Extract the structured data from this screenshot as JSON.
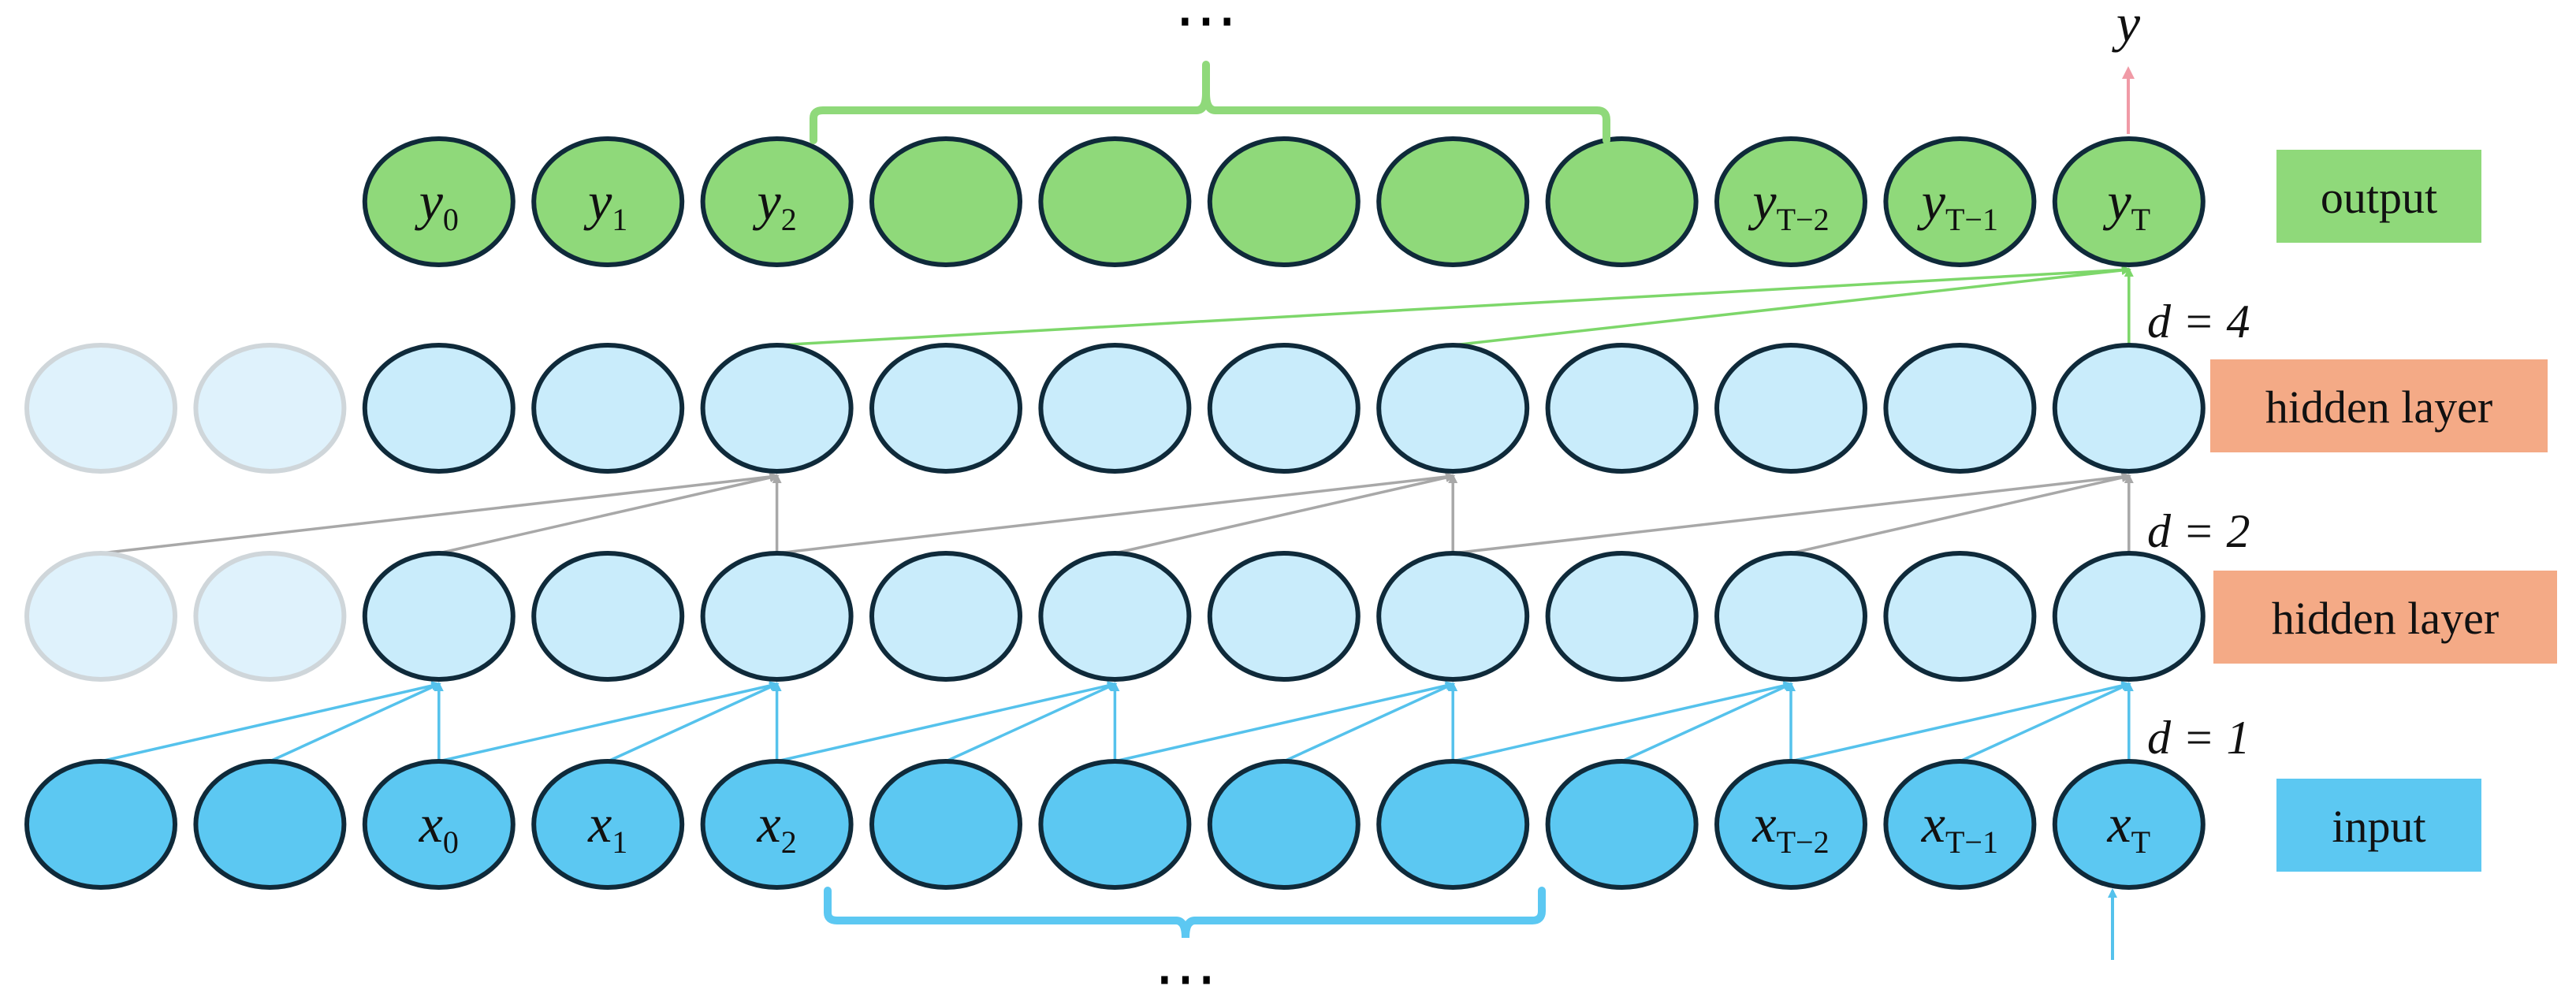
{
  "colors": {
    "output_fill": "#8fd97a",
    "output_box": "#8fd97a",
    "hidden_fill": "#c9ecfb",
    "hidden_faded_fill": "#dff2fc",
    "hidden_box": "#f4aa86",
    "input_fill": "#5cc8f2",
    "input_box": "#5cc8f2",
    "node_stroke": "#0f2a3a",
    "faded_stroke": "#cfd6da",
    "green_line": "#7dd76a",
    "gray_line": "#a8a8a8",
    "blue_line": "#55c2ec",
    "red_arrow": "#f09aa6"
  },
  "labels": {
    "output": "output",
    "hidden_upper": "hidden layer",
    "hidden_lower": "hidden layer",
    "input": "input",
    "top_ellipsis": "⋯",
    "bottom_ellipsis": "⋯",
    "y_final": "y",
    "d4": "d = 4",
    "d2": "d = 2",
    "d1": "d = 1"
  },
  "output_nodes": [
    {
      "base": "y",
      "sub": "0"
    },
    {
      "base": "y",
      "sub": "1"
    },
    {
      "base": "y",
      "sub": "2"
    },
    {
      "base": "",
      "sub": ""
    },
    {
      "base": "",
      "sub": ""
    },
    {
      "base": "",
      "sub": ""
    },
    {
      "base": "",
      "sub": ""
    },
    {
      "base": "",
      "sub": ""
    },
    {
      "base": "y",
      "sub": "T−2"
    },
    {
      "base": "y",
      "sub": "T−1"
    },
    {
      "base": "y",
      "sub": "T"
    }
  ],
  "input_nodes": [
    {
      "base": "",
      "sub": ""
    },
    {
      "base": "",
      "sub": ""
    },
    {
      "base": "x",
      "sub": "0"
    },
    {
      "base": "x",
      "sub": "1"
    },
    {
      "base": "x",
      "sub": "2"
    },
    {
      "base": "",
      "sub": ""
    },
    {
      "base": "",
      "sub": ""
    },
    {
      "base": "",
      "sub": ""
    },
    {
      "base": "",
      "sub": ""
    },
    {
      "base": "",
      "sub": ""
    },
    {
      "base": "x",
      "sub": "T−2"
    },
    {
      "base": "x",
      "sub": "T−1"
    },
    {
      "base": "x",
      "sub": "T"
    }
  ]
}
